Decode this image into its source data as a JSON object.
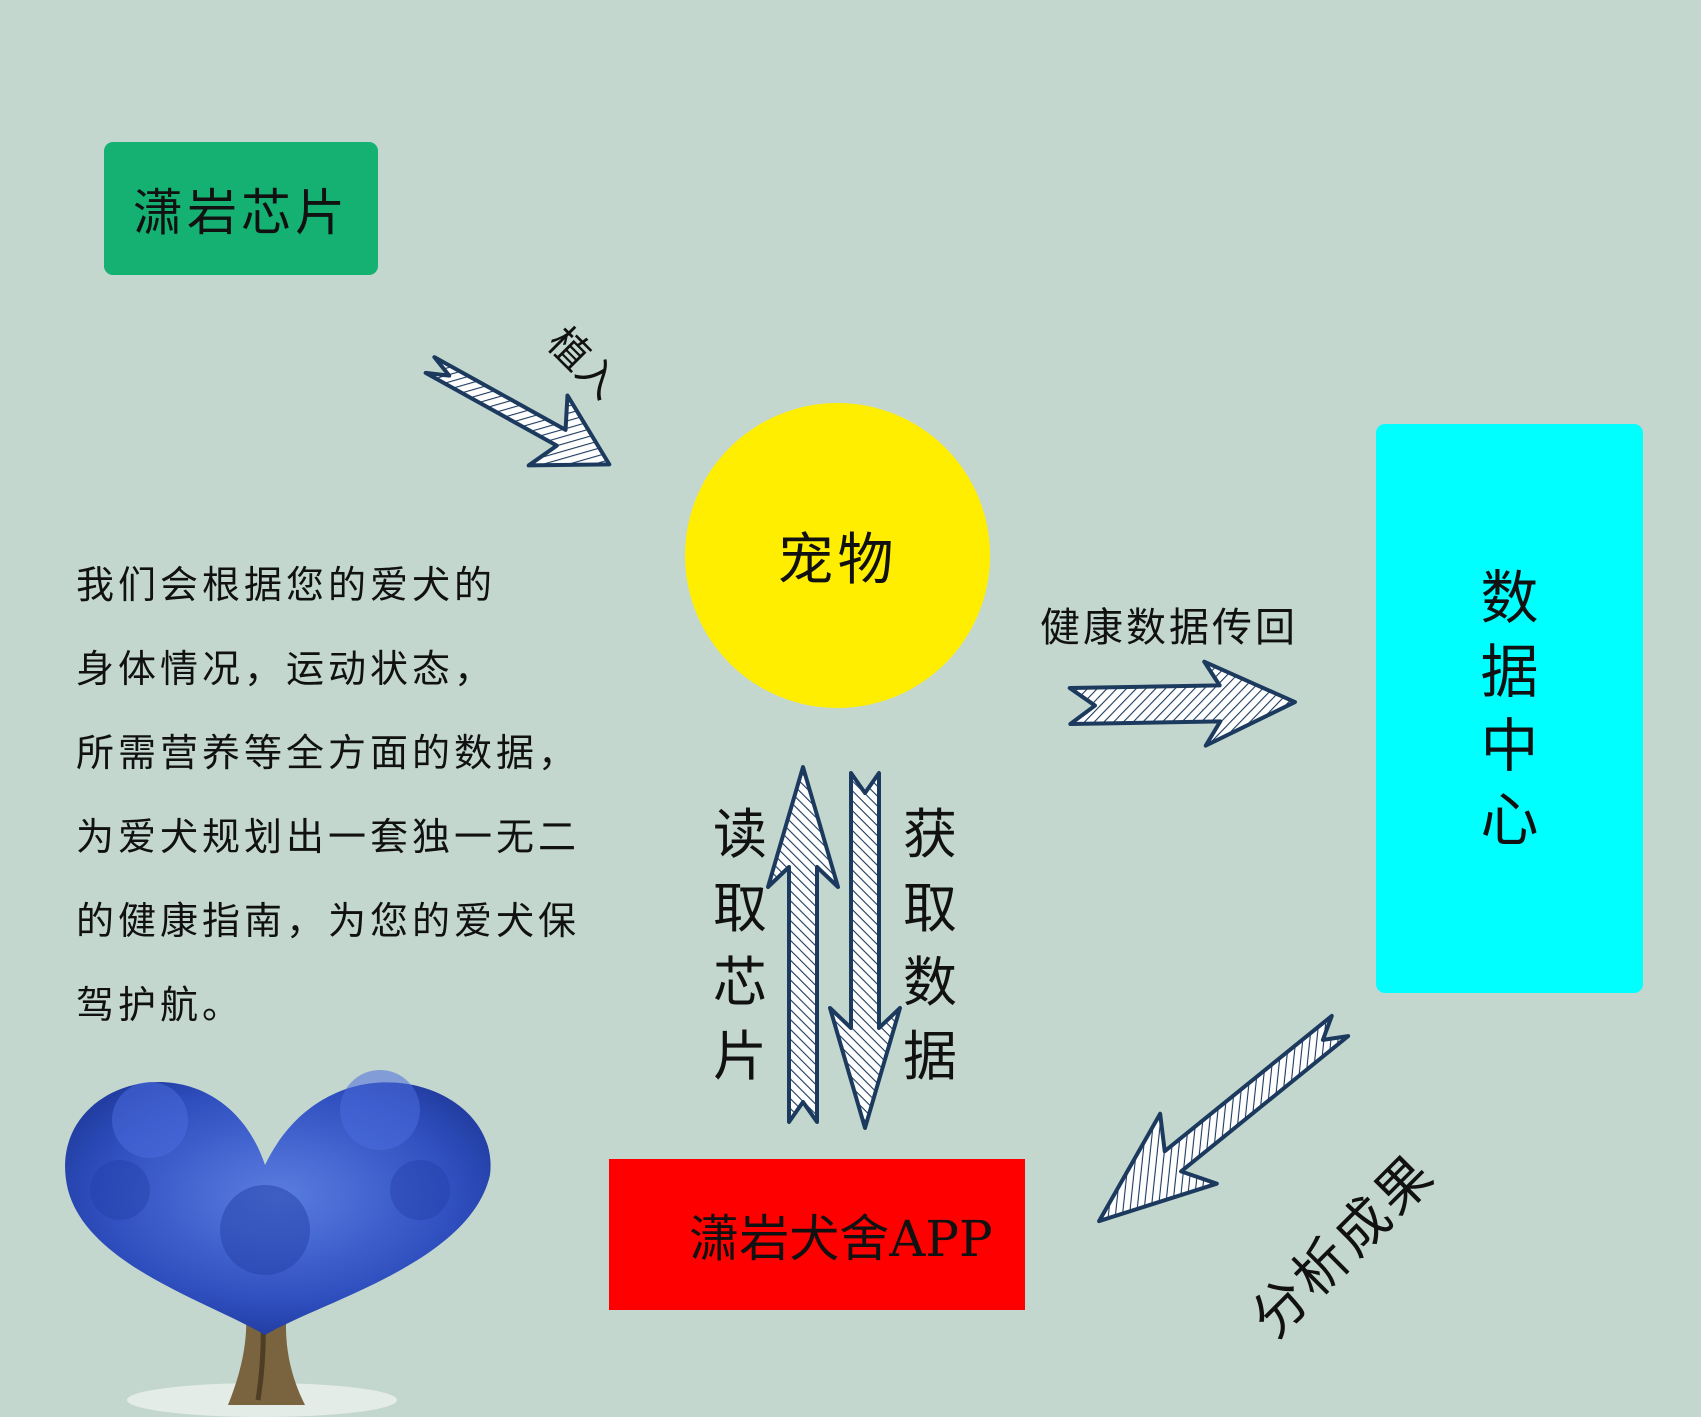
{
  "nodes": {
    "chip": "潇岩芯片",
    "pet": "宠物",
    "data_center": "数据中心",
    "app": "潇岩犬舍APP"
  },
  "edges": {
    "implant": "植入",
    "health_upload": "健康数据传回",
    "read_chip": "读取芯片",
    "get_data": "获取数据",
    "analysis": "分析成果"
  },
  "description_lines": [
    "我们会根据您的爱犬的",
    "身体情况，运动状态，",
    "所需营养等全方面的数据，",
    "为爱犬规划出一套独一无二",
    "的健康指南，为您的爱犬保",
    "驾护航。"
  ],
  "colors": {
    "background": "#c3d7cf",
    "chip": "#15b173",
    "pet": "#ffee00",
    "data_center": "#00ffff",
    "app": "#ff0000",
    "arrow": "#1c3a5e",
    "tree_foliage": "#3457c8",
    "tree_trunk": "#7a6440"
  },
  "decoration": "heart-shaped-blue-tree"
}
